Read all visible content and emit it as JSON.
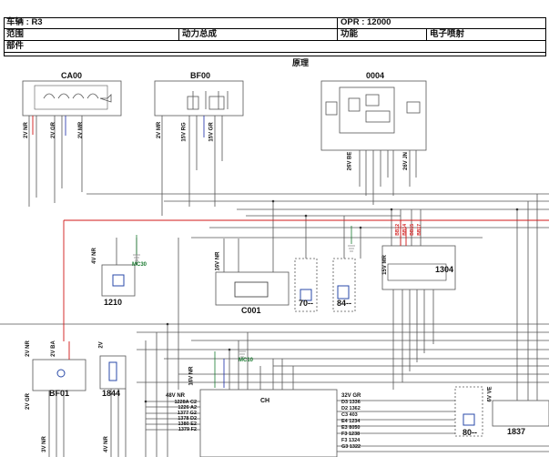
{
  "header": {
    "vehicle": "车辆 : R3",
    "opr": "OPR : 12000",
    "range_label": "范围",
    "range_value": "动力总成",
    "function_label": "功能",
    "function_value": "电子喷射",
    "part_label": "部件"
  },
  "diagram": {
    "title": "原理",
    "components": {
      "ca00": "CA00",
      "bf00": "BF00",
      "c0004": "0004",
      "c1210": "1210",
      "c001": "C001",
      "c70": "70--",
      "c84": "84--",
      "c1304": "1304",
      "bf01": "BF01",
      "c1844": "1844",
      "ch": "CH",
      "c80": "80--",
      "c1837": "1837"
    },
    "connectors": {
      "ca00_a": "2V NR",
      "ca00_b": "2V GR",
      "ca00_c": "2V MR",
      "bf00_a": "2V MR",
      "bf00_b": "15V RG",
      "bf00_c": "15V GR",
      "c0004_a": "26V BE",
      "c0004_b": "26V JN",
      "c1210_a": "4V NR",
      "c001_a": "16V NR",
      "c1304_a": "15V MR",
      "bf01_a": "2V NR",
      "bf01_b": "2V BA",
      "bf01_c": "2V GR",
      "c1844_a": "2V",
      "ch_a": "48V NR",
      "ch_b": "32V GR",
      "ch_c": "16V NR",
      "c1837_a": "6V VE",
      "bottom_a": "3V NR",
      "bottom_b": "4V NR"
    },
    "ch_left_pins": [
      "1228A",
      "1226",
      "1377",
      "1378",
      "1380",
      "1379"
    ],
    "ch_left_pin_ids": [
      "C2",
      "A2",
      "G2",
      "D2",
      "E2",
      "F2"
    ],
    "ch_right_pins": [
      "1336",
      "1362",
      "403",
      "1234",
      "8050",
      "1238",
      "1324",
      "1322"
    ],
    "ch_right_pin_ids": [
      "D3",
      "D2",
      "C3",
      "E4",
      "E3",
      "F3",
      "F3",
      "G3"
    ],
    "wire_labels_1304": [
      "BB12",
      "BB14",
      "BB15",
      "BB17"
    ],
    "mc_labels": [
      "MC30",
      "MC10"
    ],
    "colors": {
      "wire": "#555555",
      "red": "#d01818",
      "green": "#1a7a30",
      "blue": "#1a2aa8",
      "ground": "#888888"
    }
  }
}
